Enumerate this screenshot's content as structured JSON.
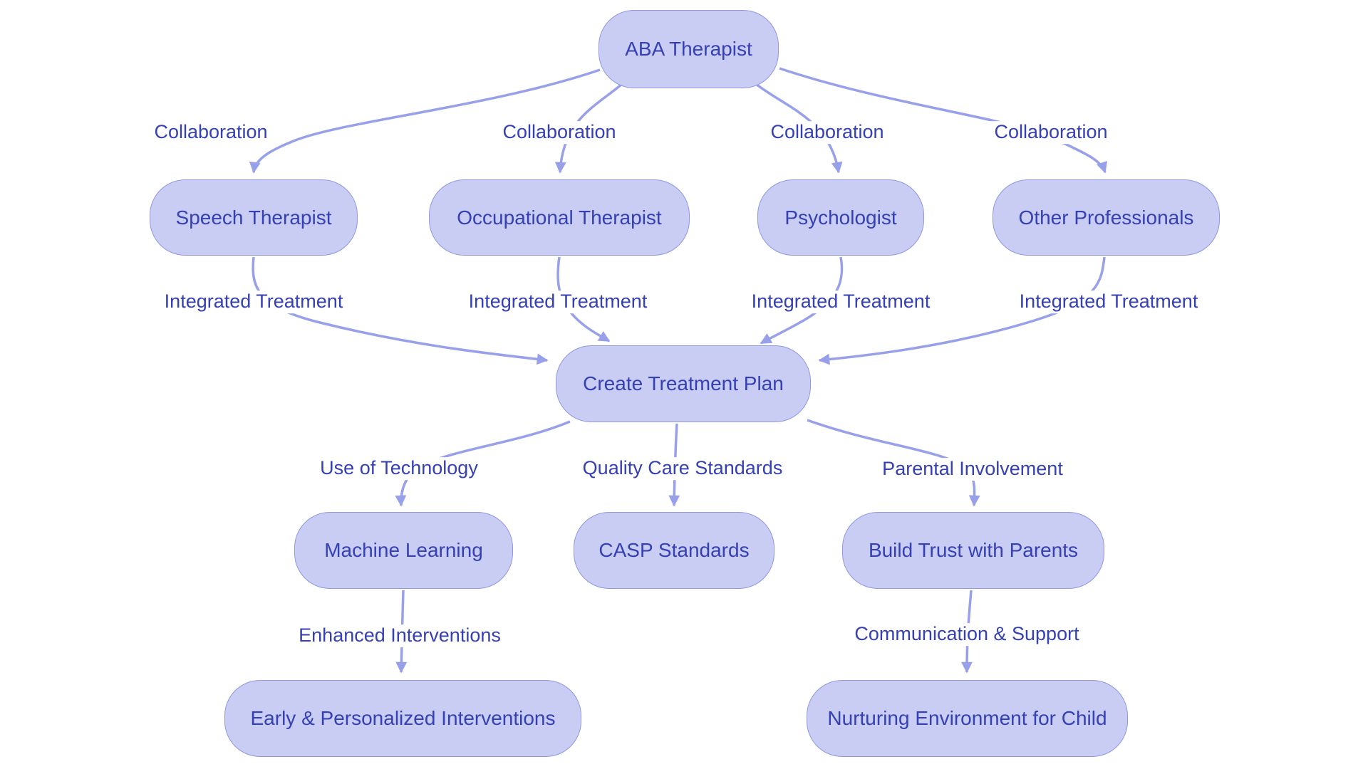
{
  "diagram": {
    "type": "flowchart",
    "background": "#ffffff",
    "colors": {
      "node_fill": "#c9cdf4",
      "node_border": "#8f98e0",
      "text": "#3540b5",
      "edge": "#98a0ea"
    },
    "nodes": {
      "aba_therapist": {
        "label": "ABA Therapist"
      },
      "speech_therapist": {
        "label": "Speech Therapist"
      },
      "occupational_therapist": {
        "label": "Occupational Therapist"
      },
      "psychologist": {
        "label": "Psychologist"
      },
      "other_professionals": {
        "label": "Other Professionals"
      },
      "create_treatment_plan": {
        "label": "Create Treatment Plan"
      },
      "machine_learning": {
        "label": "Machine Learning"
      },
      "casp_standards": {
        "label": "CASP Standards"
      },
      "build_trust_with_parents": {
        "label": "Build Trust with Parents"
      },
      "early_personalized_interventions": {
        "label": "Early & Personalized Interventions"
      },
      "nurturing_environment_for_child": {
        "label": "Nurturing Environment for Child"
      }
    },
    "edge_labels": {
      "collaboration_speech": "Collaboration",
      "collaboration_occupational": "Collaboration",
      "collaboration_psychologist": "Collaboration",
      "collaboration_other": "Collaboration",
      "integrated_speech": "Integrated Treatment",
      "integrated_occupational": "Integrated Treatment",
      "integrated_psychologist": "Integrated Treatment",
      "integrated_other": "Integrated Treatment",
      "use_of_technology": "Use of Technology",
      "quality_care_standards": "Quality Care Standards",
      "parental_involvement": "Parental Involvement",
      "enhanced_interventions": "Enhanced Interventions",
      "communication_support": "Communication & Support"
    }
  }
}
